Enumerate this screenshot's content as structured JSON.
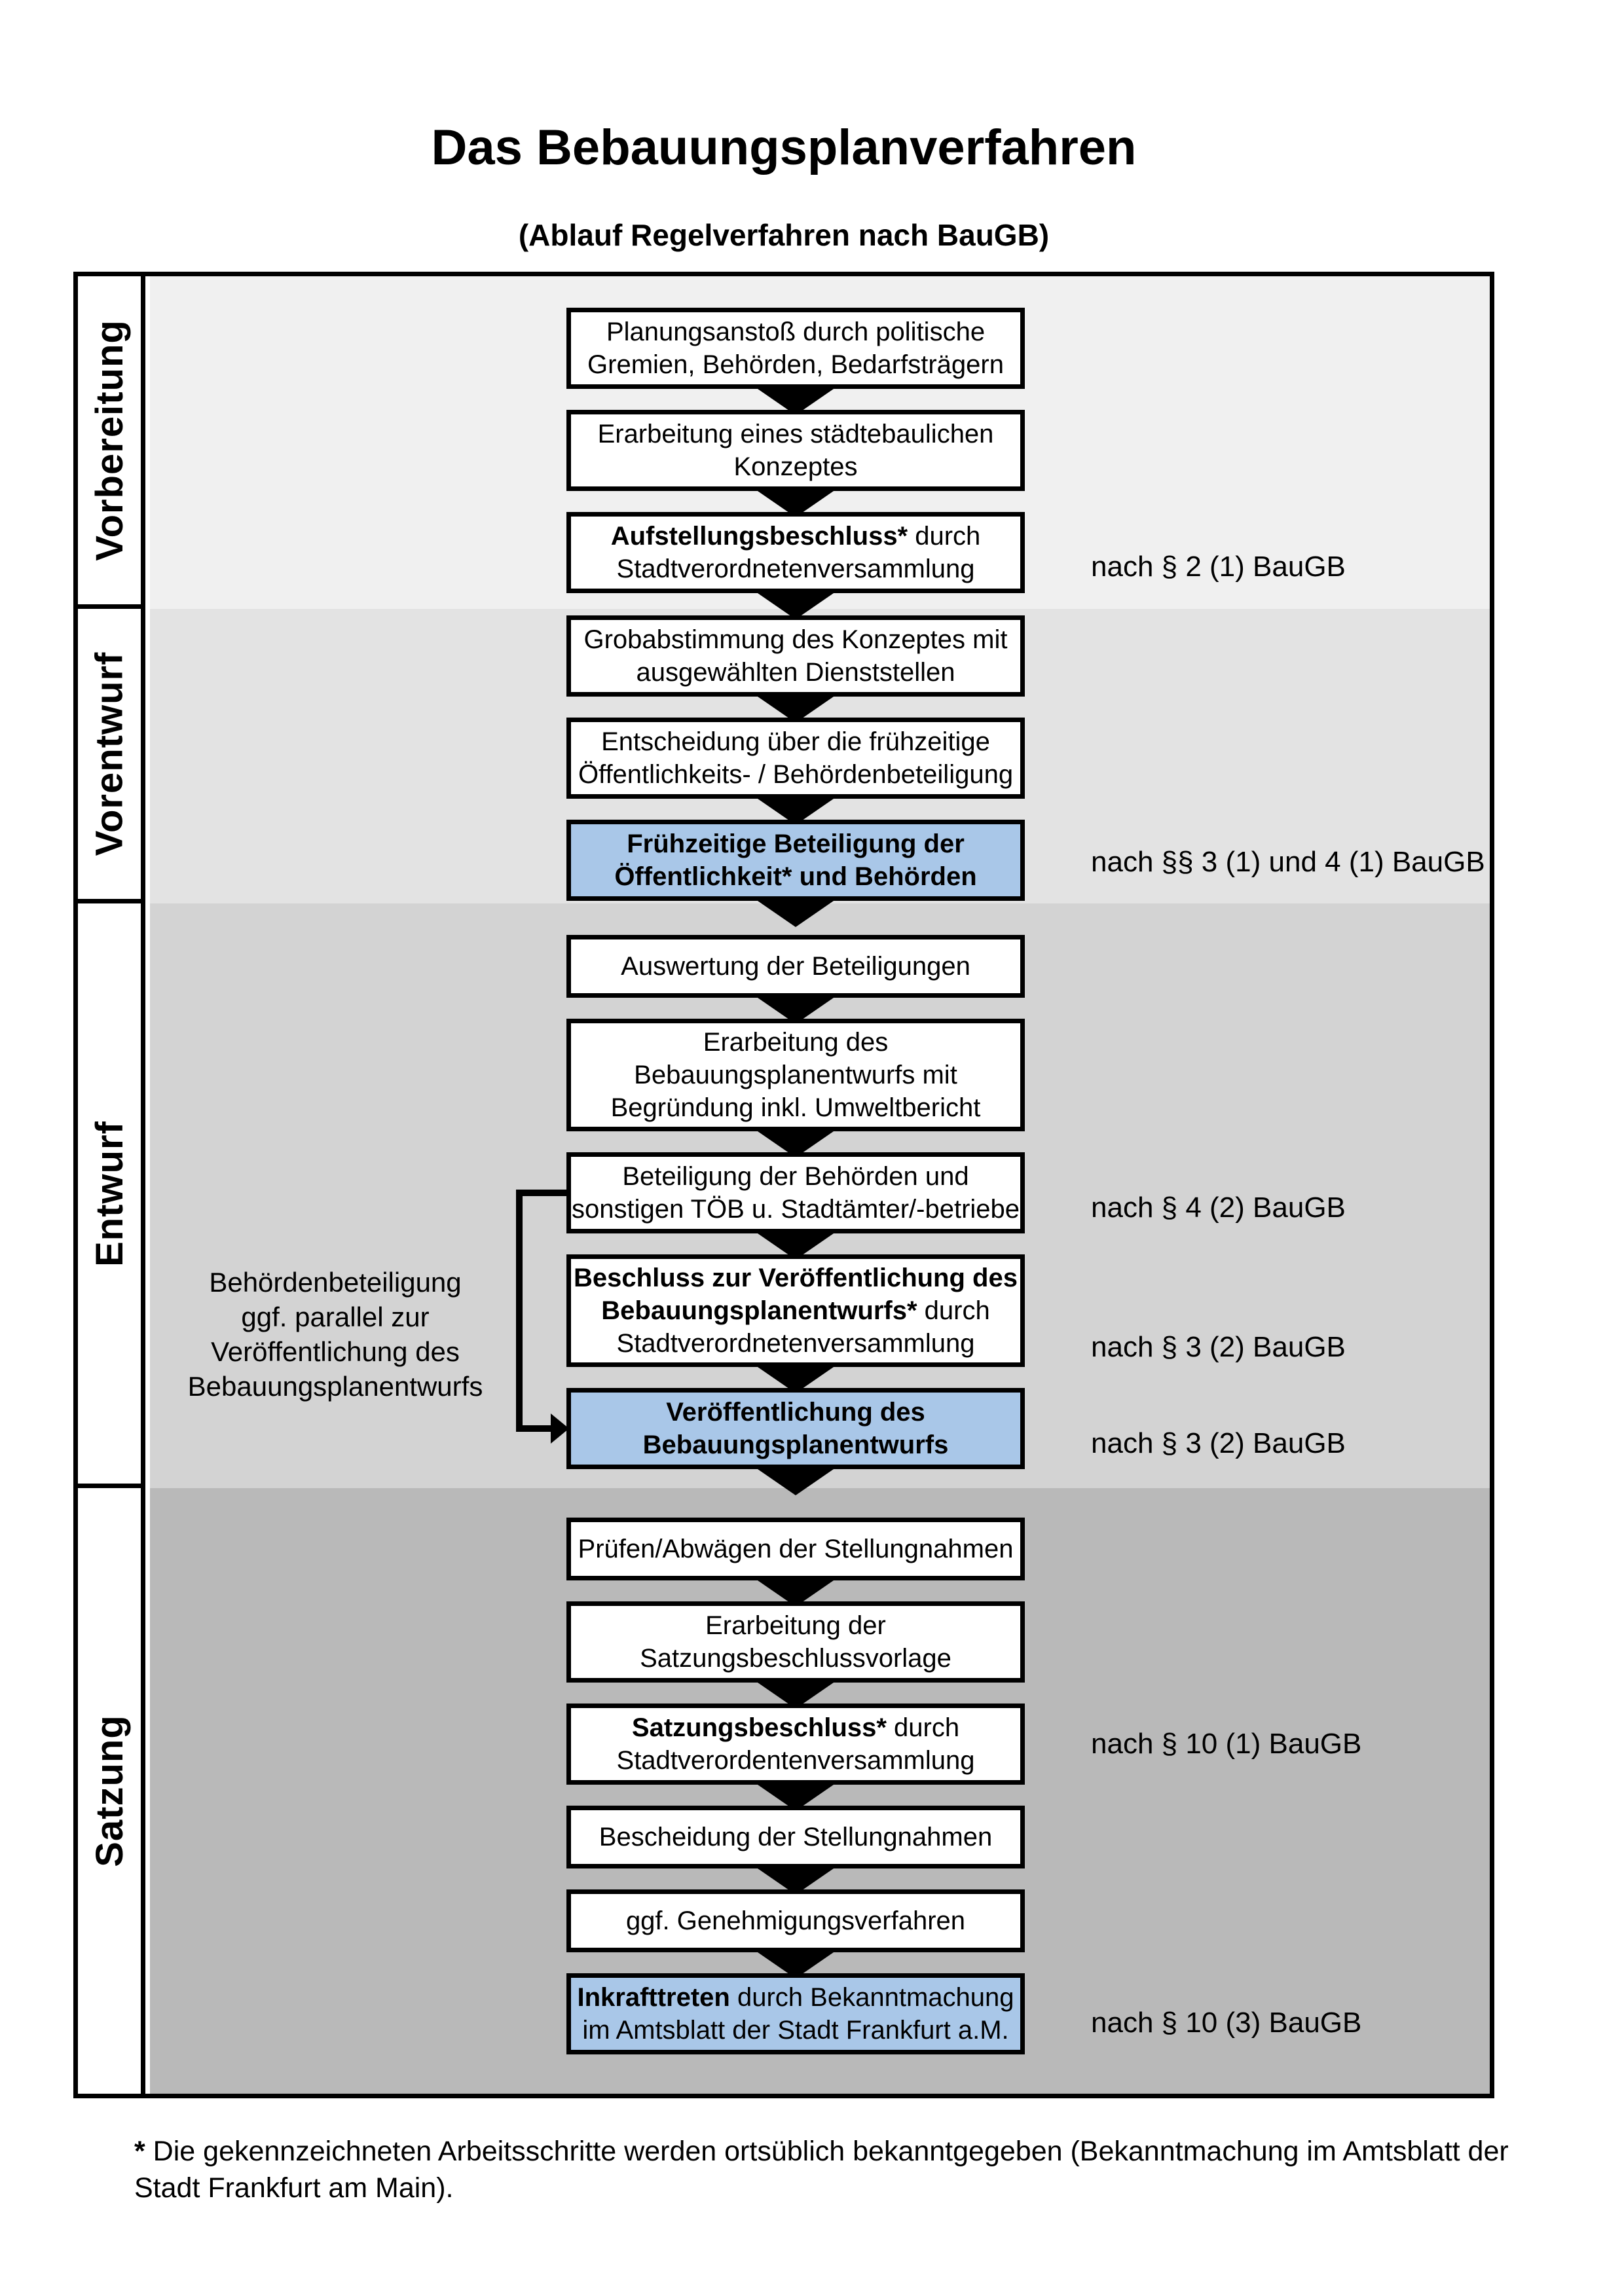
{
  "title": "Das Bebauungsplanverfahren",
  "subtitle": "(Ablauf Regelverfahren nach BauGB)",
  "colors": {
    "highlight_blue": "#a9c7e8",
    "band_vorbereitung": "#f0f0f0",
    "band_vorentwurf": "#e3e3e3",
    "band_entwurf": "#d3d3d3",
    "band_satzung": "#b9b9b9"
  },
  "phases": [
    {
      "label": "Vorbereitung",
      "boxes": [
        {
          "lines": [
            [
              {
                "t": "Planungsanstoß durch politische",
                "b": false
              }
            ],
            [
              {
                "t": "Gremien, Behörden, Bedarfsträgern",
                "b": false
              }
            ]
          ]
        },
        {
          "lines": [
            [
              {
                "t": "Erarbeitung eines städtebaulichen",
                "b": false
              }
            ],
            [
              {
                "t": "Konzeptes",
                "b": false
              }
            ]
          ]
        },
        {
          "lines": [
            [
              {
                "t": "Aufstellungsbeschluss*",
                "b": true
              },
              {
                "t": " durch",
                "b": false
              }
            ],
            [
              {
                "t": "Stadtverordnetenversammlung",
                "b": false
              }
            ]
          ],
          "law": "nach § 2 (1) BauGB"
        }
      ]
    },
    {
      "label": "Vorentwurf",
      "boxes": [
        {
          "lines": [
            [
              {
                "t": "Grobabstimmung des Konzeptes mit",
                "b": false
              }
            ],
            [
              {
                "t": "ausgewählten Dienststellen",
                "b": false
              }
            ]
          ]
        },
        {
          "lines": [
            [
              {
                "t": "Entscheidung über die frühzeitige",
                "b": false
              }
            ],
            [
              {
                "t": "Öffentlichkeits- / Behördenbeteiligung",
                "b": false
              }
            ]
          ]
        },
        {
          "highlight": true,
          "lines": [
            [
              {
                "t": "Frühzeitige Beteiligung der",
                "b": true
              }
            ],
            [
              {
                "t": "Öffentlichkeit* und Behörden",
                "b": true
              }
            ]
          ],
          "law": "nach §§ 3 (1) und 4 (1) BauGB"
        }
      ]
    },
    {
      "label": "Entwurf",
      "side_note": [
        "Behördenbeteiligung",
        "ggf. parallel zur",
        "Veröffentlichung des",
        "Bebauungsplanentwurfs"
      ],
      "boxes": [
        {
          "lines": [
            [
              {
                "t": "Auswertung der Beteiligungen",
                "b": false
              }
            ]
          ]
        },
        {
          "lines": [
            [
              {
                "t": "Erarbeitung des",
                "b": false
              }
            ],
            [
              {
                "t": "Bebauungsplanentwurfs mit",
                "b": false
              }
            ],
            [
              {
                "t": "Begründung inkl. Umweltbericht",
                "b": false
              }
            ]
          ]
        },
        {
          "lines": [
            [
              {
                "t": "Beteiligung der Behörden und",
                "b": false
              }
            ],
            [
              {
                "t": "sonstigen TÖB u. Stadtämter/-betriebe",
                "b": false
              }
            ]
          ],
          "law": "nach § 4 (2) BauGB"
        },
        {
          "lines": [
            [
              {
                "t": "Beschluss zur Veröffentlichung des",
                "b": true
              }
            ],
            [
              {
                "t": "Bebauungsplanentwurfs*",
                "b": true
              },
              {
                "t": " durch",
                "b": false
              }
            ],
            [
              {
                "t": "Stadtverordnetenversammlung",
                "b": false
              }
            ]
          ],
          "law": "nach § 3 (2) BauGB"
        },
        {
          "highlight": true,
          "lines": [
            [
              {
                "t": "Veröffentlichung des",
                "b": true
              }
            ],
            [
              {
                "t": "Bebauungsplanentwurfs",
                "b": true
              }
            ]
          ],
          "law": "nach § 3 (2) BauGB"
        }
      ]
    },
    {
      "label": "Satzung",
      "boxes": [
        {
          "lines": [
            [
              {
                "t": "Prüfen/Abwägen der Stellungnahmen",
                "b": false
              }
            ]
          ]
        },
        {
          "lines": [
            [
              {
                "t": "Erarbeitung der",
                "b": false
              }
            ],
            [
              {
                "t": "Satzungsbeschlussvorlage",
                "b": false
              }
            ]
          ]
        },
        {
          "lines": [
            [
              {
                "t": "Satzungsbeschluss*",
                "b": true
              },
              {
                "t": " durch",
                "b": false
              }
            ],
            [
              {
                "t": "Stadtverordentenversammlung",
                "b": false
              }
            ]
          ],
          "law": "nach § 10 (1) BauGB"
        },
        {
          "lines": [
            [
              {
                "t": "Bescheidung der Stellungnahmen",
                "b": false
              }
            ]
          ]
        },
        {
          "lines": [
            [
              {
                "t": "ggf. Genehmigungsverfahren",
                "b": false
              }
            ]
          ]
        },
        {
          "highlight": true,
          "lines": [
            [
              {
                "t": "Inkrafttreten",
                "b": true
              },
              {
                "t": " durch Bekanntmachung",
                "b": false
              }
            ],
            [
              {
                "t": "im Amtsblatt der Stadt Frankfurt a.M.",
                "b": false
              }
            ]
          ],
          "law": "nach § 10 (3) BauGB"
        }
      ]
    }
  ],
  "footnote": {
    "star": "*",
    "text": " Die gekennzeichneten Arbeitsschritte werden ortsüblich bekanntgegeben (Bekanntmachung im Amtsblatt  der Stadt Frankfurt am Main)."
  }
}
